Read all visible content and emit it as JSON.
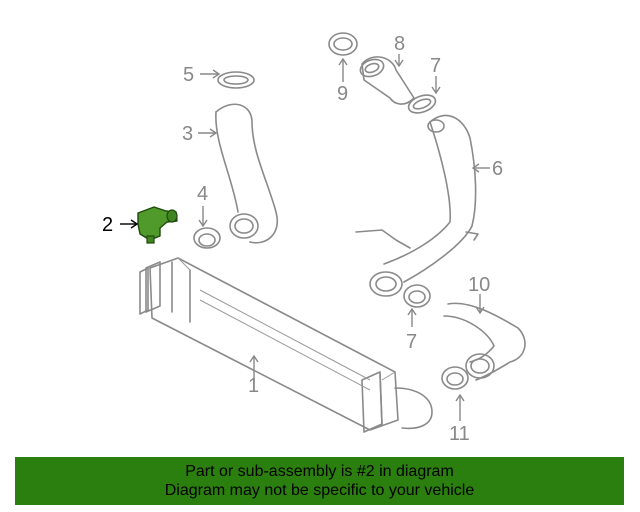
{
  "callouts": {
    "c1": "1",
    "c2": "2",
    "c3": "3",
    "c4": "4",
    "c5": "5",
    "c6": "6",
    "c7a": "7",
    "c7b": "7",
    "c8": "8",
    "c9": "9",
    "c10": "10",
    "c11": "11"
  },
  "highlight_color": "#4f9a2a",
  "banner": {
    "line1": "Part or sub-assembly is #2 in diagram",
    "line2": "Diagram may not be specific to your vehicle",
    "background": "#2a7f0f"
  }
}
